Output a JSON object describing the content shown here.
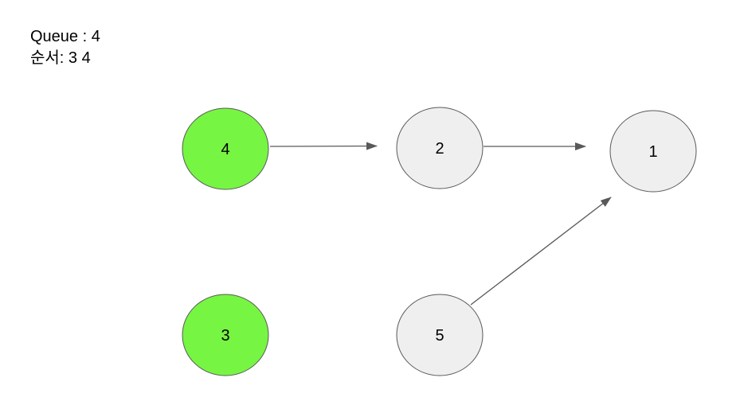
{
  "status": {
    "queue_text": "Queue : 4",
    "order_text": "순서: 3 4"
  },
  "colors": {
    "visited_fill": "#77f543",
    "unvisited_fill": "#efefef",
    "stroke": "#595959",
    "edge": "#595959"
  },
  "graph": {
    "nodes": [
      {
        "id": "4",
        "label": "4",
        "state": "visited"
      },
      {
        "id": "2",
        "label": "2",
        "state": "unvisited"
      },
      {
        "id": "1",
        "label": "1",
        "state": "unvisited"
      },
      {
        "id": "3",
        "label": "3",
        "state": "visited"
      },
      {
        "id": "5",
        "label": "5",
        "state": "unvisited"
      }
    ],
    "edges": [
      {
        "from": "4",
        "to": "2"
      },
      {
        "from": "2",
        "to": "1"
      },
      {
        "from": "5",
        "to": "1"
      }
    ]
  }
}
